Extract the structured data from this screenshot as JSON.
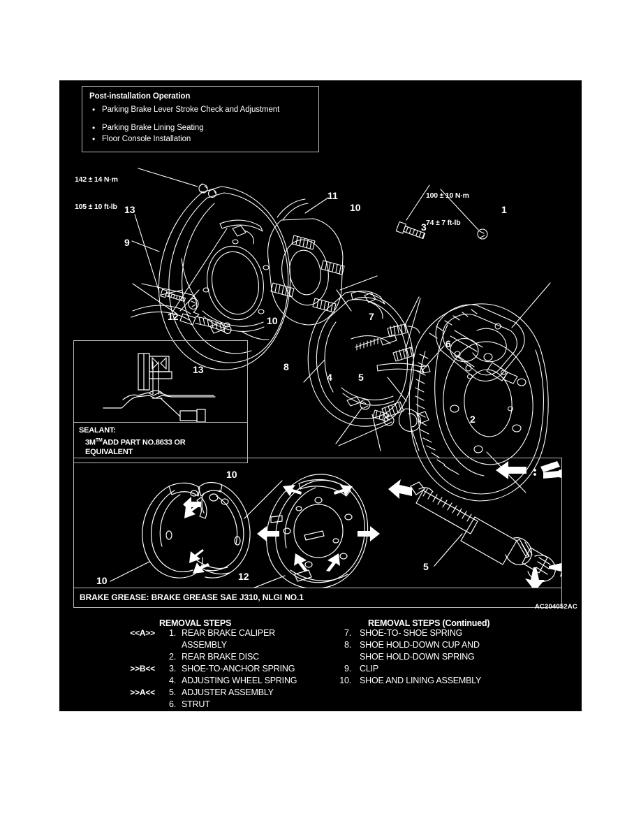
{
  "page": {
    "drawing_code": "AC204052AC"
  },
  "post_installation": {
    "title": "Post-installation Operation",
    "items": [
      "Parking Brake Lever Stroke Check and Adjustment",
      "Parking Brake Lining Seating",
      "Floor Console Installation"
    ]
  },
  "torque_specs": [
    {
      "nm": "142 ± 14 N·m",
      "ftlb": "105 ± 10 ft-lb"
    },
    {
      "nm": "100 ± 10 N·m",
      "ftlb": "74 ± 7 ft-lb"
    }
  ],
  "callouts": {
    "c1": "1",
    "c2": "2",
    "c3": "3",
    "c4": "4",
    "c5": "5",
    "c6": "6",
    "c7": "7",
    "c8": "8",
    "c9": "9",
    "c10_upper": "10",
    "c10_lower": "10",
    "c11": "11",
    "c12": "12",
    "c13": "13",
    "c13_inset": "13",
    "c10_shoe_left": "10",
    "c10_shoe_right": "10",
    "c12_plate": "12",
    "c5_adjuster": "5"
  },
  "sealant_note": {
    "line1": "SEALANT:",
    "line2_pre": "3M",
    "line2_tm": "TM",
    "line2_post": "ADD PART NO.8633 OR",
    "line3": "EQUIVALENT"
  },
  "grease_note": "BRAKE GREASE: BRAKE GREASE SAE J310, NLGI NO.1",
  "removal_steps_left": {
    "header": "REMOVAL STEPS",
    "rows": [
      {
        "mark": "<<A>>",
        "num": "1.",
        "text": "REAR BRAKE CALIPER"
      },
      {
        "mark": "",
        "num": "",
        "text": "ASSEMBLY"
      },
      {
        "mark": "",
        "num": "2.",
        "text": "REAR BRAKE DISC"
      },
      {
        "mark": ">>B<<",
        "num": "3.",
        "text": "SHOE-TO-ANCHOR SPRING"
      },
      {
        "mark": "",
        "num": "4.",
        "text": "ADJUSTING WHEEL SPRING"
      },
      {
        "mark": ">>A<<",
        "num": "5.",
        "text": "ADJUSTER ASSEMBLY"
      },
      {
        "mark": "",
        "num": "6.",
        "text": "STRUT"
      }
    ]
  },
  "removal_steps_right": {
    "header": "REMOVAL STEPS (Continued)",
    "rows": [
      {
        "num": "7.",
        "text": "SHOE-TO- SHOE SPRING"
      },
      {
        "num": "8.",
        "text": "SHOE HOLD-DOWN CUP AND"
      },
      {
        "num": "",
        "text": "SHOE HOLD-DOWN SPRING"
      },
      {
        "num": "9.",
        "text": "CLIP"
      },
      {
        "num": "10.",
        "text": "SHOE AND LINING ASSEMBLY"
      }
    ]
  },
  "colors": {
    "background": "#000000",
    "ink": "#ffffff",
    "border": "#b9b9b9"
  }
}
